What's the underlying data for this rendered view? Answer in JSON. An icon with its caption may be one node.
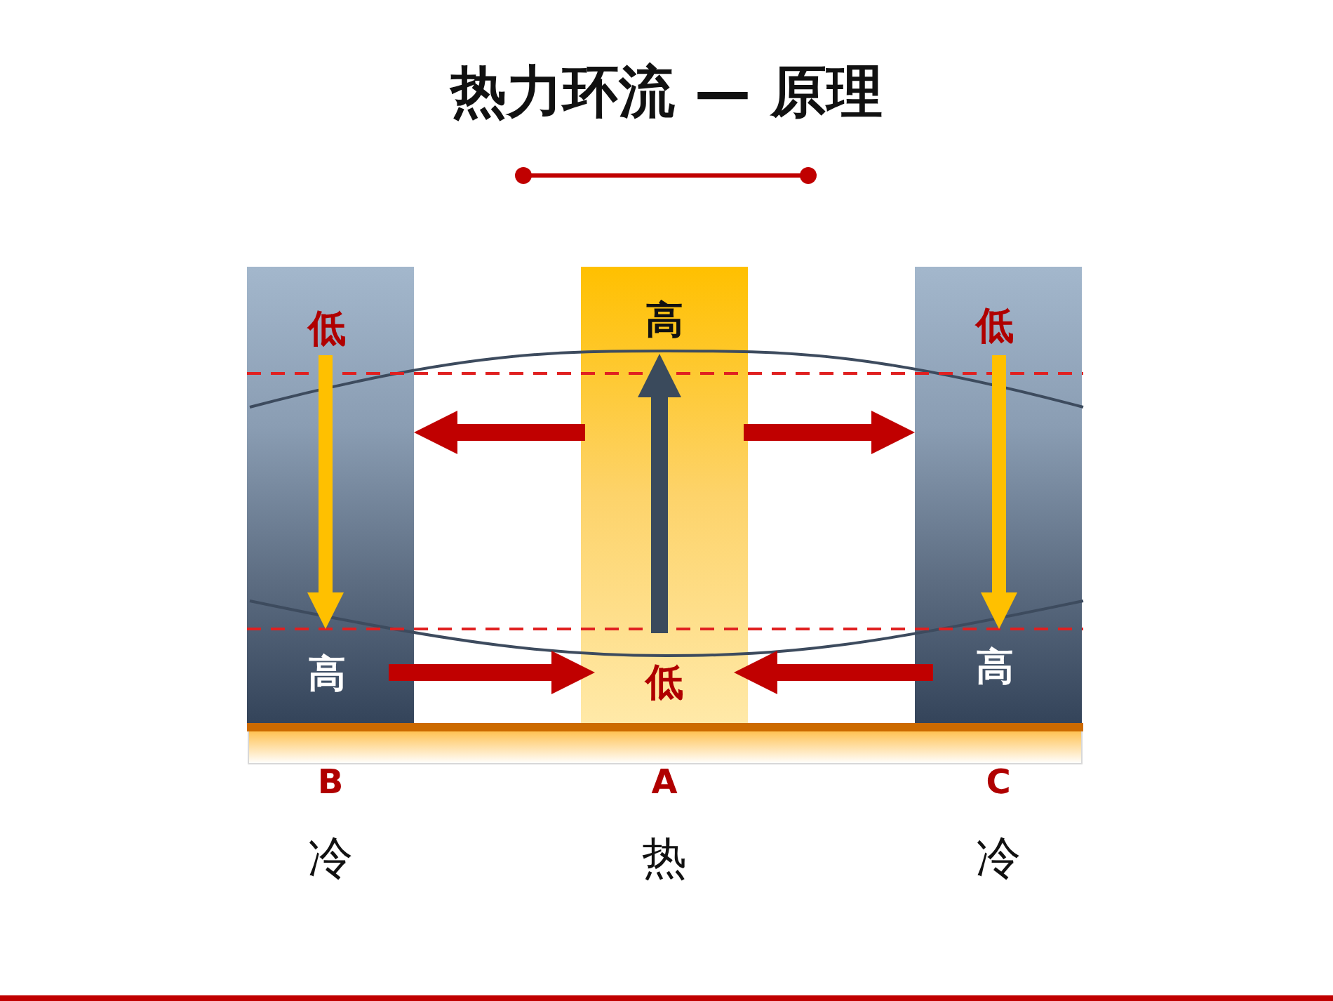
{
  "diagram": {
    "title": "热力环流 — 原理",
    "nodes": [
      {
        "text": [
          "B"
        ],
        "beside": [
          "冷"
        ]
      },
      {
        "text": [
          "低"
        ],
        "in": 0
      },
      {
        "text": [
          "高"
        ],
        "in": 0
      },
      {
        "text": [
          "A"
        ],
        "beside": [
          "热"
        ]
      },
      {
        "text": [
          "高"
        ],
        "in": 3
      },
      {
        "text": [
          "低"
        ],
        "in": 3
      },
      {
        "text": [
          "C"
        ],
        "beside": [
          "冷"
        ]
      },
      {
        "text": [
          "低"
        ],
        "in": 6
      },
      {
        "text": [
          "高"
        ],
        "in": 6
      }
    ],
    "edges": [
      {
        "from": 3,
        "to": 0,
        "arrow": "to"
      },
      {
        "from": 3,
        "to": 6,
        "arrow": "to"
      },
      {
        "from": 2,
        "to": 5,
        "arrow": "to"
      },
      {
        "from": 8,
        "to": 5,
        "arrow": "to"
      },
      {
        "from": 1,
        "to": 2,
        "arrow": "to",
        "color": "#ffc000"
      },
      {
        "from": 5,
        "to": 4,
        "arrow": "to",
        "color": "#3a4a5c"
      },
      {
        "from": 7,
        "to": 8,
        "arrow": "to",
        "color": "#ffc000"
      }
    ]
  }
}
